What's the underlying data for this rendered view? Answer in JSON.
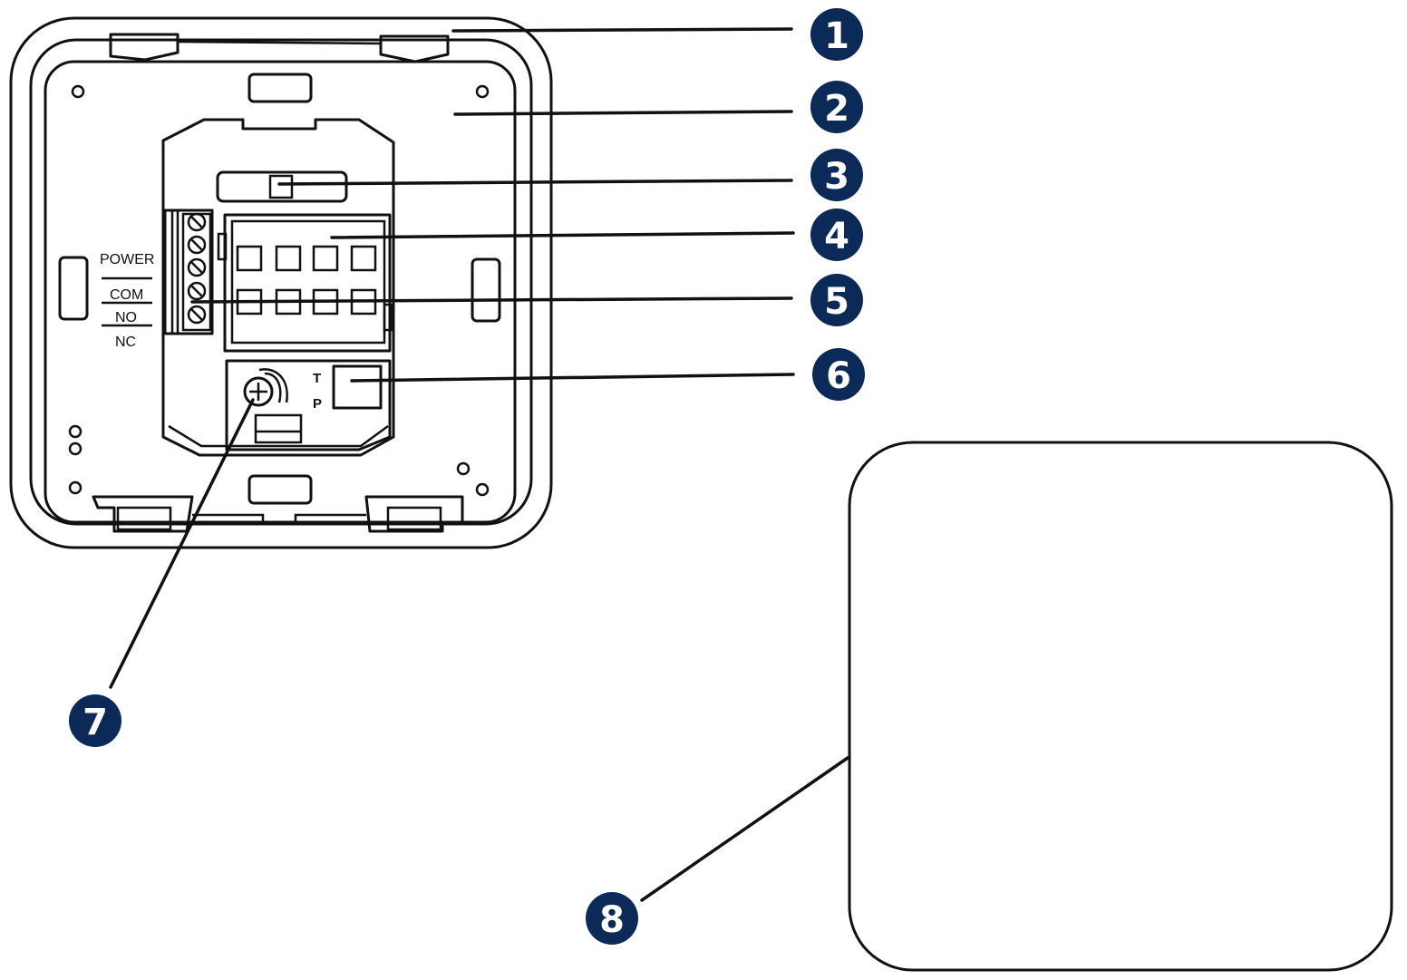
{
  "diagram": {
    "colors": {
      "callout_fill": "#0b2a57",
      "callout_text": "#ffffff",
      "line": "#111111",
      "background": "#ffffff"
    },
    "terminal_labels": [
      "POWER",
      "COM",
      "NO",
      "NC"
    ],
    "switch_labels": {
      "top": "T",
      "bottom": "P"
    },
    "callouts": [
      {
        "id": "1",
        "label": "1"
      },
      {
        "id": "2",
        "label": "2"
      },
      {
        "id": "3",
        "label": "3"
      },
      {
        "id": "4",
        "label": "4"
      },
      {
        "id": "5",
        "label": "5"
      },
      {
        "id": "6",
        "label": "6"
      },
      {
        "id": "7",
        "label": "7"
      },
      {
        "id": "8",
        "label": "8"
      }
    ]
  }
}
